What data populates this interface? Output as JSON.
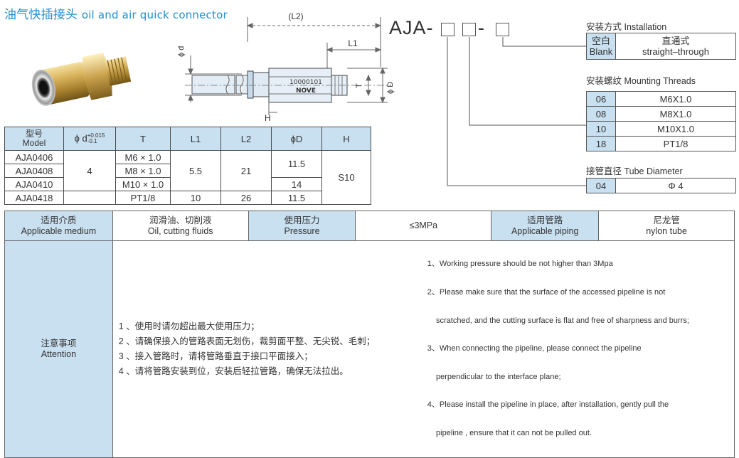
{
  "title": {
    "cn": "油气快插接头",
    "en": "oil and air quick connector"
  },
  "drawing": {
    "l2": "(L2)",
    "l1": "L1",
    "d": "ϕ d",
    "T": "T",
    "D": "ϕ D",
    "H": "H",
    "body_text1": "10000101",
    "body_text2": "NOVE"
  },
  "spec_table": {
    "headers": {
      "model_cn": "型号",
      "model_en": "Model",
      "d_main": "ϕ d",
      "d_sup": "+0.015",
      "d_sub": "-0.1",
      "T": "T",
      "L1": "L1",
      "L2": "L2",
      "D": "ϕD",
      "H": "H"
    },
    "models": [
      "AJA0406",
      "AJA0408",
      "AJA0410",
      "AJA0418"
    ],
    "d_value": "4",
    "T_values": [
      "M6 × 1.0",
      "M8 × 1.0",
      "M10 × 1.0",
      "PT1/8"
    ],
    "L1_main": "5.5",
    "L1_last": "10",
    "L2_main": "21",
    "L2_last": "26",
    "D_main": "11.5",
    "D_row3": "14",
    "D_last": "11.5",
    "H_value": "S10"
  },
  "code": {
    "prefix": "AJA-",
    "dash": "-",
    "installation": {
      "label": "安装方式 Installation",
      "code_cn": "空白",
      "code_en": "Blank",
      "desc_cn": "直通式",
      "desc_en": "straight–through"
    },
    "threads": {
      "label": "安装螺纹 Mounting Threads",
      "options": [
        {
          "code": "06",
          "value": "M6X1.0"
        },
        {
          "code": "08",
          "value": "M8X1.0"
        },
        {
          "code": "10",
          "value": "M10X1.0"
        },
        {
          "code": "18",
          "value": "PT1/8"
        }
      ]
    },
    "tube": {
      "label": "接管直径 Tube Diameter",
      "code": "04",
      "value": "Φ 4"
    }
  },
  "info": {
    "medium_cn": "适用介质",
    "medium_en": "Applicable medium",
    "medium_val_cn": "润滑油、切削液",
    "medium_val_en": "Oil, cutting fluids",
    "pressure_cn": "使用压力",
    "pressure_en": "Pressure",
    "pressure_val": "≤3MPa",
    "piping_cn": "适用管路",
    "piping_en": "Applicable piping",
    "piping_val_cn": "尼龙管",
    "piping_val_en": "nylon tube",
    "attention_cn": "注意事项",
    "attention_en": "Attention",
    "notes_cn": [
      "1 、使用时请勿超出最大使用压力；",
      "2 、请确保接入的管路表面无划伤，裁剪面平整、无尖锐、毛刺；",
      "3 、接入管路时，请将管路垂直于接口平面接入；",
      "4 、请将管路安装到位，安装后轻拉管路，确保无法拉出。"
    ],
    "notes_en": [
      "1、Working pressure should be not higher than 3Mpa",
      "2、Please make sure that the surface of the accessed pipeline is not",
      "    scratched, and the cutting surface is flat and free of sharpness and burrs;",
      "3、When connecting the pipeline, please connect the pipeline",
      "    perpendicular to the interface plane;",
      "4、Please install the pipeline in place, after installation, gently pull the",
      "    pipeline , ensure that it can not be pulled out."
    ]
  }
}
